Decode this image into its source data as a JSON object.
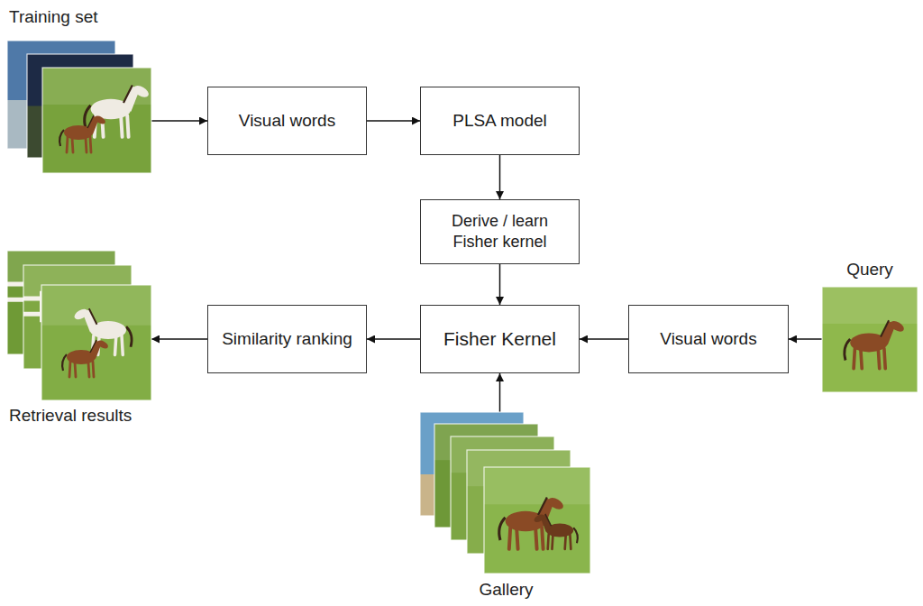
{
  "diagram": {
    "nodes": [
      {
        "text": [
          "Training set"
        ]
      },
      {
        "text": [
          "Visual words"
        ]
      },
      {
        "text": [
          "PLSA model"
        ]
      },
      {
        "text": [
          "Derive / learn Fisher kernel"
        ]
      },
      {
        "text": [
          "Retrieval results"
        ]
      },
      {
        "text": [
          "Similarity ranking"
        ]
      },
      {
        "text": [
          "Fisher Kernel"
        ]
      },
      {
        "text": [
          "Visual words"
        ]
      },
      {
        "text": [
          "Query"
        ]
      },
      {
        "text": [
          "Gallery"
        ]
      }
    ],
    "edges": [
      {
        "from": 0,
        "to": 1,
        "arrow": "to"
      },
      {
        "from": 1,
        "to": 2,
        "arrow": "to"
      },
      {
        "from": 2,
        "to": 3,
        "arrow": "to"
      },
      {
        "from": 3,
        "to": 6,
        "arrow": "to"
      },
      {
        "from": 8,
        "to": 7,
        "arrow": "to"
      },
      {
        "from": 7,
        "to": 6,
        "arrow": "to"
      },
      {
        "from": 9,
        "to": 6,
        "arrow": "to"
      },
      {
        "from": 6,
        "to": 5,
        "arrow": "to"
      },
      {
        "from": 5,
        "to": 4,
        "arrow": "to"
      }
    ]
  }
}
